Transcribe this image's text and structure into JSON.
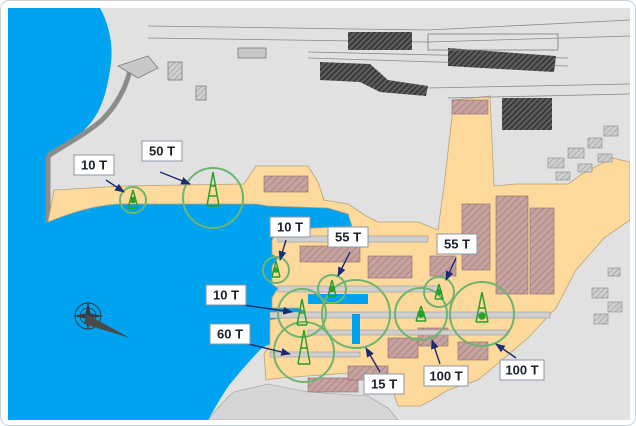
{
  "map": {
    "colors": {
      "sea": "#00a3ef",
      "land": "#e1e1e1",
      "port_area": "#fdd99c",
      "warehouse": "#c29895",
      "crane": "#2aa02a",
      "reach_circle": "#6fb46f",
      "label_border": "#8a97a4",
      "arrow": "#1c2a72"
    },
    "cranes": [
      {
        "id": "c1",
        "label": "10 T"
      },
      {
        "id": "c2",
        "label": "50 T"
      },
      {
        "id": "c3",
        "label": "10 T"
      },
      {
        "id": "c4",
        "label": "55 T"
      },
      {
        "id": "c5",
        "label": "55 T"
      },
      {
        "id": "c6",
        "label": "10 T"
      },
      {
        "id": "c7",
        "label": "60 T"
      },
      {
        "id": "c8",
        "label": "15 T"
      },
      {
        "id": "c9",
        "label": "100 T"
      },
      {
        "id": "c10",
        "label": "100 T"
      }
    ],
    "icons": [
      "compass-rose-icon",
      "crane-icon"
    ]
  }
}
